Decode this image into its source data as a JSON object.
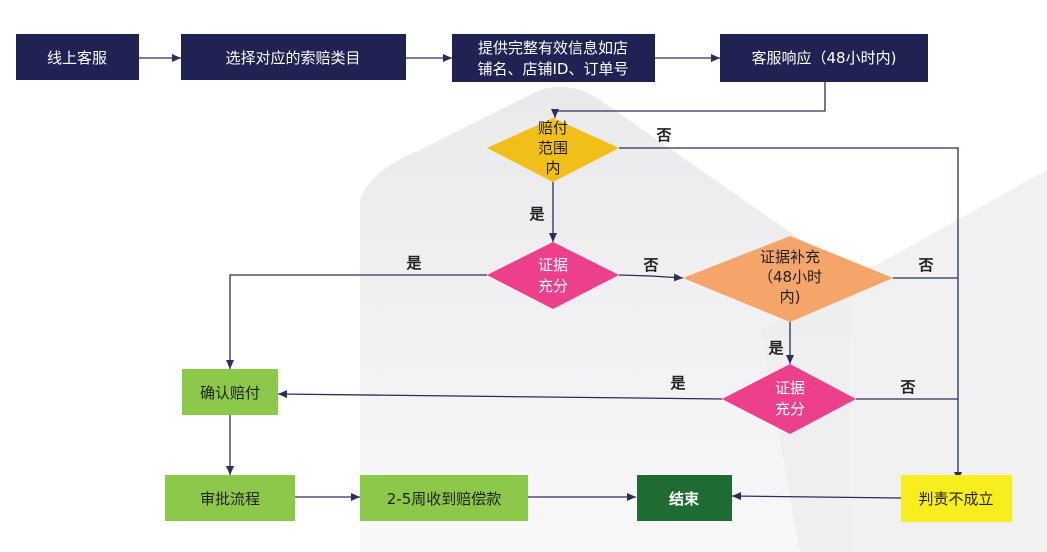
{
  "nodes": {
    "online_service": "线上客服",
    "select_category": "选择对应的索赔类目",
    "provide_info_1": "提供完整有效信息如店",
    "provide_info_2": "铺名、店铺ID、订单号",
    "service_response": "客服响应（48小时内)",
    "in_scope_1": "赔付",
    "in_scope_2": "范围",
    "in_scope_3": "内",
    "evidence1_1": "证据",
    "evidence1_2": "充分",
    "supplement_1": "证据补充",
    "supplement_2": "（48小时",
    "supplement_3": "内)",
    "evidence2_1": "证据",
    "evidence2_2": "充分",
    "confirm": "确认赔付",
    "approval": "审批流程",
    "receive": "2-5周收到赔偿款",
    "end": "结束",
    "reject": "判责不成立"
  },
  "edge_labels": {
    "scope_no": "否",
    "scope_yes": "是",
    "ev1_yes": "是",
    "ev1_no": "否",
    "supp_no": "否",
    "supp_yes": "是",
    "ev2_yes": "是",
    "ev2_no": "否"
  },
  "colors": {
    "navy": "#1f2253",
    "yellow_diamond": "#f2bf1a",
    "pink_diamond": "#ec3f8c",
    "orange_diamond": "#f5a56a",
    "green_box": "#8cc94a",
    "dark_green": "#1e6b34",
    "yellow_box": "#f8ed1d",
    "line": "#2a2d5e"
  }
}
